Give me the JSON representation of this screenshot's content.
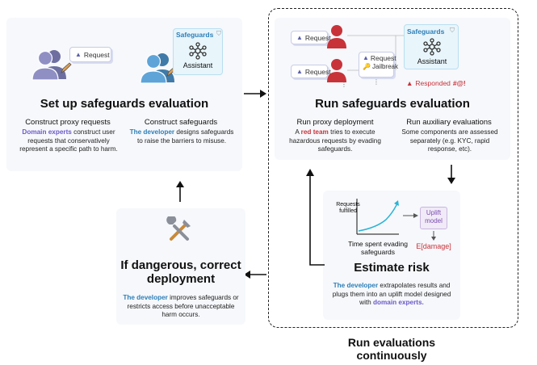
{
  "setup": {
    "title": "Set up safeguards evaluation",
    "request_label": "Request",
    "safeguards_label": "Safeguards",
    "assistant_label": "Assistant",
    "proxy": {
      "heading": "Construct proxy requests",
      "actor": "Domain experts",
      "text": "construct user requests that conservatively represent a specific path to harm."
    },
    "safeguards": {
      "heading": "Construct safeguards",
      "actor": "The developer",
      "text": "designs safeguards to raise the barriers to misuse."
    }
  },
  "run": {
    "title": "Run safeguards evaluation",
    "request_label": "Request",
    "jailbreak_label": "Jailbreak",
    "safeguards_label": "Safeguards",
    "assistant_label": "Assistant",
    "responded_label": "Responded",
    "proxy": {
      "heading": "Run proxy deployment",
      "actor_prefix": "A",
      "actor": "red team",
      "text": "tries to execute hazardous requests by evading safeguards."
    },
    "aux": {
      "heading": "Run auxiliary evaluations",
      "text": "Some components are assessed separately (e.g. KYC, rapid response, etc)."
    }
  },
  "risk": {
    "title": "Estimate risk",
    "y_axis_label": "Requests fulfilled",
    "x_axis_label": "Time spent evading safeguards",
    "model_label": "Uplift model",
    "output_label": "E[damage]",
    "actor": "The developer",
    "text_before": "extrapolates results and plugs them into an uplift model designed with",
    "actor2": "domain experts."
  },
  "correct": {
    "title": "If dangerous, correct deployment",
    "actor": "The developer",
    "text": "improves safeguards or restricts access before unacceptable harm occurs."
  },
  "loop_label": "Run evaluations continuously",
  "colors": {
    "purple": "#6a5ac8",
    "blue": "#2d7fb8",
    "red": "#c8333a",
    "panel": "#f6f8fb"
  }
}
